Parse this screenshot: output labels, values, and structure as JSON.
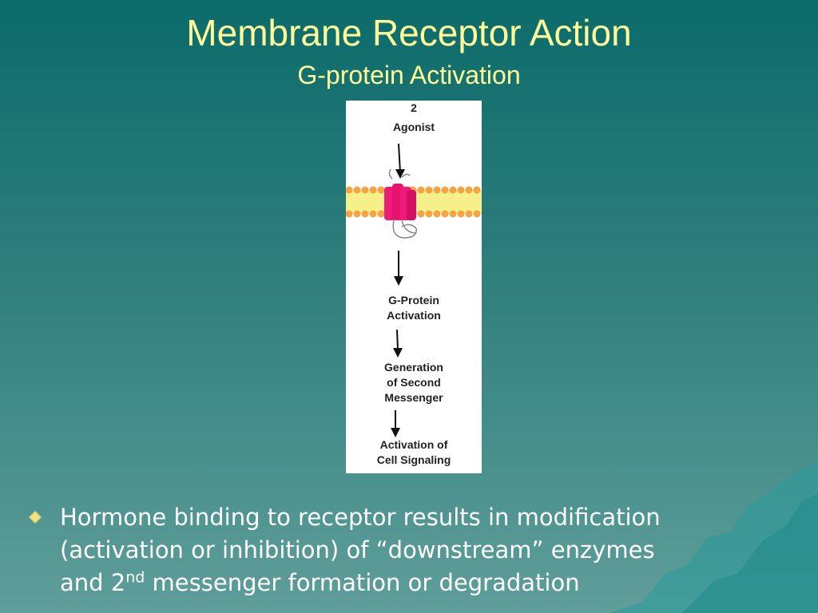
{
  "slide": {
    "title": "Membrane Receptor Action",
    "subtitle": "G-protein Activation"
  },
  "figure": {
    "step_number": "2",
    "agonist_label": "Agonist",
    "gprotein_label_1": "G-Protein",
    "gprotein_label_2": "Activation",
    "second_messenger_1": "Generation",
    "second_messenger_2": "of Second",
    "second_messenger_3": "Messenger",
    "cell_signaling_1": "Activation of",
    "cell_signaling_2": "Cell Signaling"
  },
  "bullet": {
    "line1": "Hormone binding to receptor results in modification",
    "line2": "(activation or inhibition) of “downstream” enzymes",
    "line3_a": "and 2",
    "line3_sup": "nd",
    "line3_b": " messenger formation or degradation"
  },
  "colors": {
    "background": "#0c6b6b",
    "title": "#ffff99",
    "receptor": "#ee1c79",
    "membrane_head": "#f5a445",
    "membrane_tail": "#f6f08a",
    "bullet_icon": "#e8d36a"
  },
  "icons": {
    "bullet": "diamond-bullet-icon"
  }
}
